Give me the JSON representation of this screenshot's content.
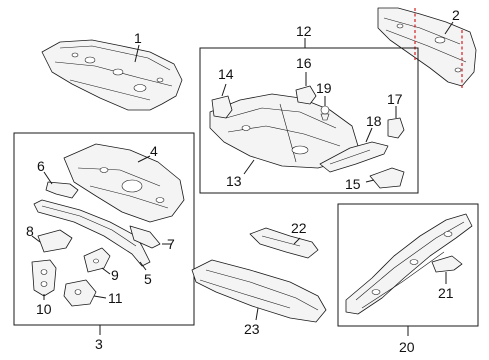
{
  "callouts": {
    "c1": "1",
    "c2": "2",
    "c3": "3",
    "c4": "4",
    "c5": "5",
    "c6": "6",
    "c7": "7",
    "c8": "8",
    "c9": "9",
    "c10": "10",
    "c11": "11",
    "c12": "12",
    "c13": "13",
    "c14": "14",
    "c15": "15",
    "c16": "16",
    "c17": "17",
    "c18": "18",
    "c19": "19",
    "c20": "20",
    "c21": "21",
    "c22": "22",
    "c23": "23"
  },
  "colors": {
    "line": "#1a1a1a",
    "cut_line": "#d42020",
    "background": "#ffffff"
  }
}
